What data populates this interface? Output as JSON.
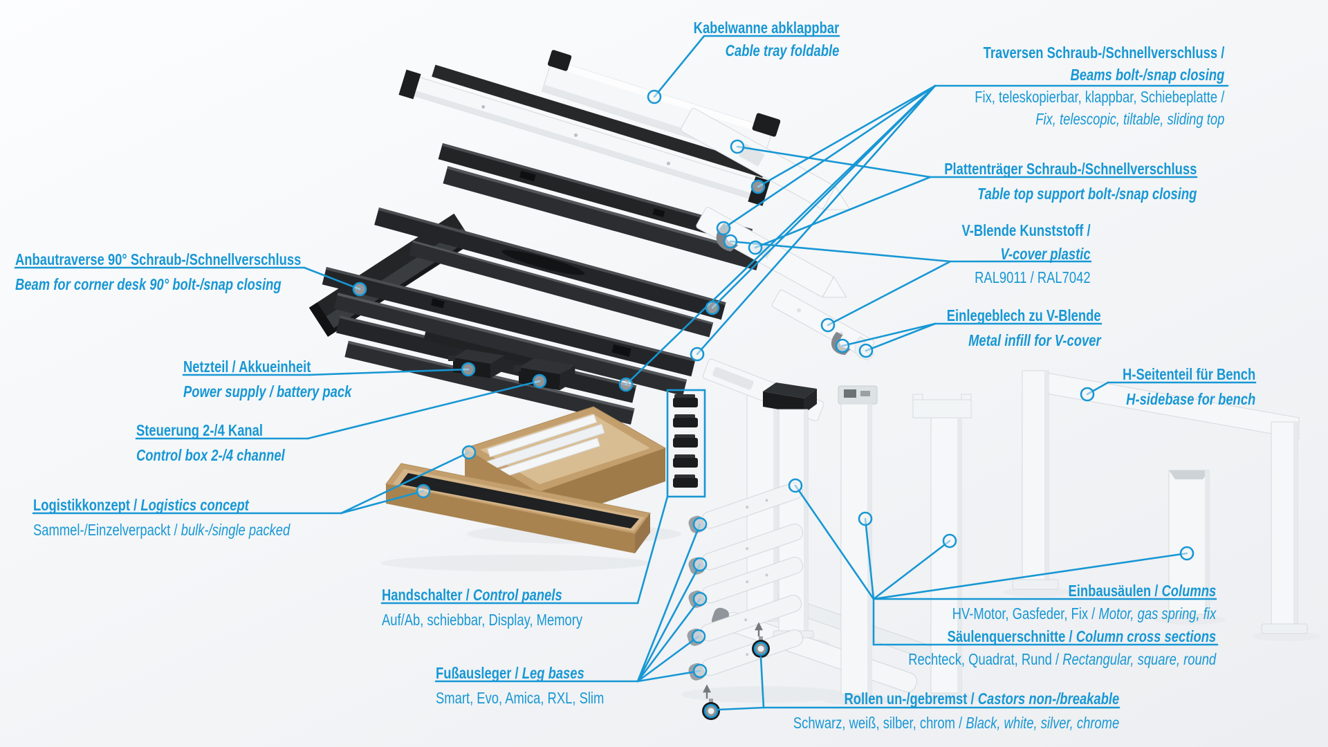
{
  "colors": {
    "accent": "#1797d4",
    "part_black": "#1d1f21",
    "part_white": "#f5f7f8",
    "cardboard": "#c49f6e"
  },
  "labels": {
    "kabelwanne": {
      "de": "Kabelwanne abklappbar",
      "en": "Cable tray foldable"
    },
    "traversen": {
      "de": "Traversen Schraub-/Schnellverschluss /",
      "en": "Beams bolt-/snap closing",
      "detail_de": "Fix, teleskopierbar, klappbar, Schiebeplatte /",
      "detail_en": "Fix, telescopic, tiltable, sliding top"
    },
    "plattentraeger": {
      "de": "Plattenträger Schraub-/Schnellverschluss",
      "en": "Table top support bolt-/snap closing"
    },
    "vblende": {
      "de": "V-Blende Kunststoff /",
      "en": "V-cover plastic",
      "detail": "RAL9011 / RAL7042"
    },
    "einlegeblech": {
      "de": "Einlegeblech zu V-Blende",
      "en": "Metal infill for V-cover"
    },
    "hseitenteil": {
      "de": "H-Seitenteil für Bench",
      "en": "H-sidebase for bench"
    },
    "anbautraverse": {
      "de": "Anbautraverse 90° Schraub-/Schnellverschluss",
      "en": "Beam for corner desk 90° bolt-/snap closing"
    },
    "netzteil": {
      "de": "Netzteil / Akkueinheit",
      "en": "Power supply / battery pack"
    },
    "steuerung": {
      "de": "Steuerung 2-/4 Kanal",
      "en": "Control box 2-/4 channel"
    },
    "logistik": {
      "de": "Logistikkonzept /",
      "en": "Logistics concept",
      "detail_de": "Sammel-/Einzelverpackt /",
      "detail_en": "bulk-/single packed"
    },
    "handschalter": {
      "de": "Handschalter /",
      "en": "Control panels",
      "detail": "Auf/Ab, schiebbar, Display, Memory"
    },
    "fussausleger": {
      "de": "Fußausleger /",
      "en": "Leg bases",
      "detail": "Smart, Evo, Amica, RXL, Slim"
    },
    "einbausaeulen": {
      "de": "Einbausäulen /",
      "en": "Columns",
      "detail_de": "HV-Motor, Gasfeder, Fix /",
      "detail_en": "Motor, gas spring, fix"
    },
    "saeulenquerschnitte": {
      "de": "Säulenquerschnitte /",
      "en": "Column cross sections",
      "detail_de": "Rechteck, Quadrat, Rund /",
      "detail_en": "Rectangular, square, round"
    },
    "rollen": {
      "de": "Rollen un-/gebremst /",
      "en": "Castors non-/breakable",
      "detail_de": "Schwarz, weiß, silber, chrom /",
      "detail_en": "Black, white, silver, chrome"
    }
  }
}
